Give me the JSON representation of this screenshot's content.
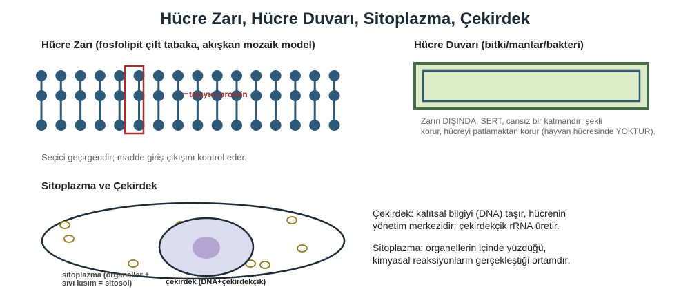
{
  "title": "Hücre Zarı, Hücre Duvarı, Sitoplazma, Çekirdek",
  "membrane": {
    "heading": "Hücre Zarı (fosfolipit çift tabaka, akışkan mozaik model)",
    "protein_label": "taşıyıcı protein",
    "note": "Seçici geçirgendir; madde giriş-çıkışını kontrol eder.",
    "colors": {
      "lipid": "#2e5a7a",
      "protein_box": "#a0302c",
      "label": "#a0302c"
    }
  },
  "wall": {
    "heading": "Hücre Duvarı (bitki/mantar/bakteri)",
    "note_line1": "Zarın DIŞINDA, SERT, cansız bir katmandır; şekli",
    "note_line2": "korur, hücreyi patlamaktan korur (hayvan hücresinde YOKTUR).",
    "colors": {
      "wall_border": "#4a6b4a",
      "fill": "#dcebc8",
      "membrane": "#2e5a7a"
    }
  },
  "cyto": {
    "heading": "Sitoplazma ve Çekirdek",
    "cytoplasm_label_line1": "sitoplazma (organeller +",
    "cytoplasm_label_line2": "sıvı kısım = sitosol)",
    "nucleus_label": "çekirdek (DNA+çekirdekçik)",
    "colors": {
      "nucleus_fill": "#dcdcf0",
      "nucleolus": "#b4a4d0",
      "organelle": "#9a7a1a"
    }
  },
  "descriptions": {
    "nucleus_line1": "Çekirdek: kalıtsal bilgiyi (DNA) taşır, hücrenin",
    "nucleus_line2": "yönetim merkezidir; çekirdekçik rRNA üretir.",
    "cytoplasm_line1": "Sitoplazma: organellerin içinde yüzdüğü,",
    "cytoplasm_line2": "kimyasal reaksiyonların gerçekleştiği ortamdır."
  }
}
